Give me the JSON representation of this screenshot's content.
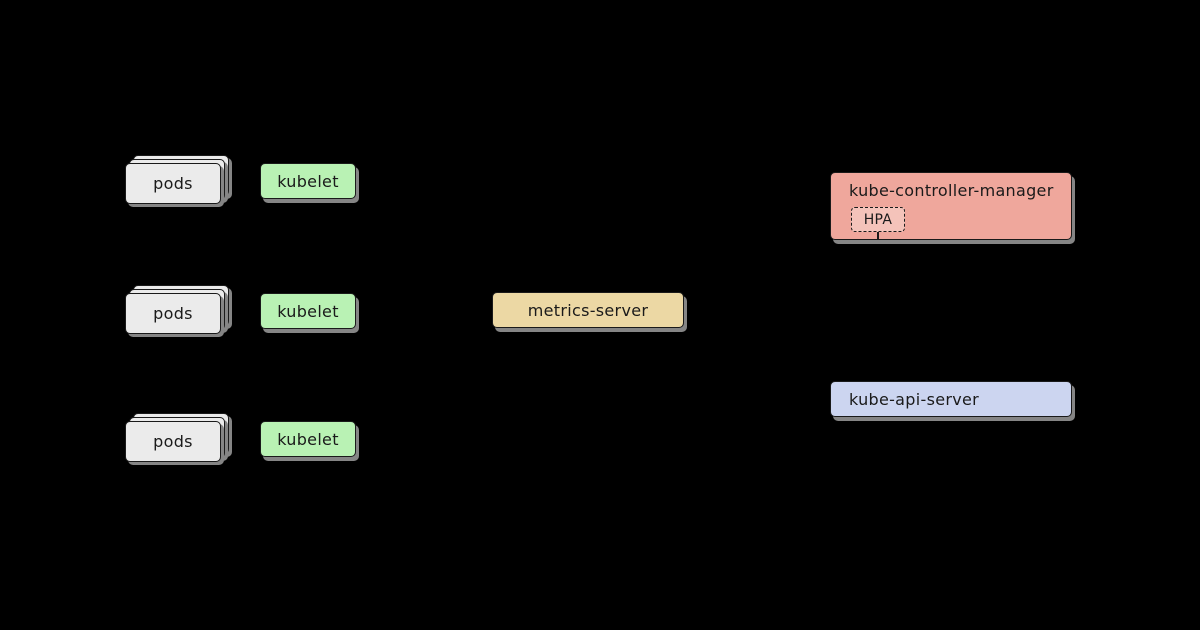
{
  "nodes": {
    "rows": [
      {
        "pods": "pods",
        "kubelet": "kubelet"
      },
      {
        "pods": "pods",
        "kubelet": "kubelet"
      },
      {
        "pods": "pods",
        "kubelet": "kubelet"
      }
    ],
    "metrics_server": "metrics-server",
    "kube_controller_manager": "kube-controller-manager",
    "hpa": "HPA",
    "kube_api_server": "kube-api-server"
  },
  "colors": {
    "background": "#000000",
    "border": "#1a1a1a",
    "shadow": "#858585",
    "pods_fill": "#ebebeb",
    "kubelet_fill": "#b9f2b4",
    "metrics_fill": "#ecd8a4",
    "controller_fill": "#efa79c",
    "hpa_fill": "#f4c3ba",
    "api_fill": "#ccd5f0"
  }
}
